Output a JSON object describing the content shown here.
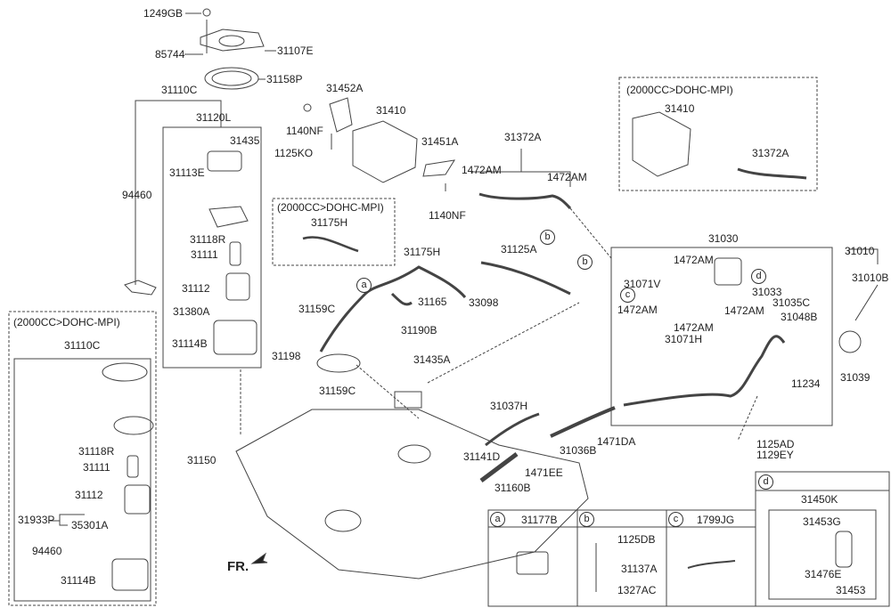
{
  "diagram": {
    "title": "Fuel Tank & Fuel System Parts Diagram",
    "front_indicator": "FR.",
    "variant_note": "(2000CC>DOHC-MPI)",
    "labels": {
      "p1249GB": "1249GB",
      "p85744": "85744",
      "p31107E": "31107E",
      "p31158P": "31158P",
      "p31110C": "31110C",
      "p31120L": "31120L",
      "p94460": "94460",
      "p31435": "31435",
      "p31113E": "31113E",
      "p31118R": "31118R",
      "p31111": "31111",
      "p31112": "31112",
      "p31380A": "31380A",
      "p31114B": "31114B",
      "p31452A": "31452A",
      "p31410": "31410",
      "p1140NF_a": "1140NF",
      "p1125KO": "1125KO",
      "p31451A": "31451A",
      "p1140NF_b": "1140NF",
      "p31372A": "31372A",
      "p1472AM_a": "1472AM",
      "p1472AM_b": "1472AM",
      "alt_canister_31410": "31410",
      "alt_canister_31372A": "31372A",
      "alt_hose_31175H": "31175H",
      "p31175H": "31175H",
      "p31165": "31165",
      "p31125A": "31125A",
      "p33098": "33098",
      "p31159C_a": "31159C",
      "p31198": "31198",
      "p31190B": "31190B",
      "p31435A": "31435A",
      "p31159C_b": "31159C",
      "p31150": "31150",
      "p31037H": "31037H",
      "p31141D": "31141D",
      "p31160B": "31160B",
      "p1471EE": "1471EE",
      "p31036B": "31036B",
      "p1471DA": "1471DA",
      "p31030": "31030",
      "p1472AM_c": "1472AM",
      "p31071V": "31071V",
      "p1472AM_d": "1472AM",
      "p1472AM_e": "1472AM",
      "p1472AM_f": "1472AM",
      "p31071H": "31071H",
      "p31033": "31033",
      "p31035C": "31035C",
      "p31048B": "31048B",
      "p11234": "11234",
      "p31010": "31010",
      "p31010B": "31010B",
      "p31039": "31039",
      "p1125AD": "1125AD",
      "p1129EY": "1129EY",
      "alt_pump_31110C": "31110C",
      "alt_pump_31118R": "31118R",
      "alt_pump_31111": "31111",
      "alt_pump_31112": "31112",
      "alt_pump_31933P": "31933P",
      "alt_pump_35301A": "35301A",
      "alt_pump_94460": "94460",
      "alt_pump_31114B": "31114B"
    },
    "callouts": {
      "a": "a",
      "b": "b",
      "c": "c",
      "d": "d"
    },
    "legend_table": {
      "cells": [
        {
          "key": "a",
          "part": "31177B"
        },
        {
          "key": "b",
          "part": "",
          "sub_parts": [
            "1125DB",
            "31137A",
            "1327AC"
          ]
        },
        {
          "key": "c",
          "part": "1799JG"
        },
        {
          "key": "d",
          "part": "",
          "assembly": "31450K",
          "sub_parts": [
            "31453G",
            "31476E",
            "31453"
          ]
        }
      ]
    }
  }
}
